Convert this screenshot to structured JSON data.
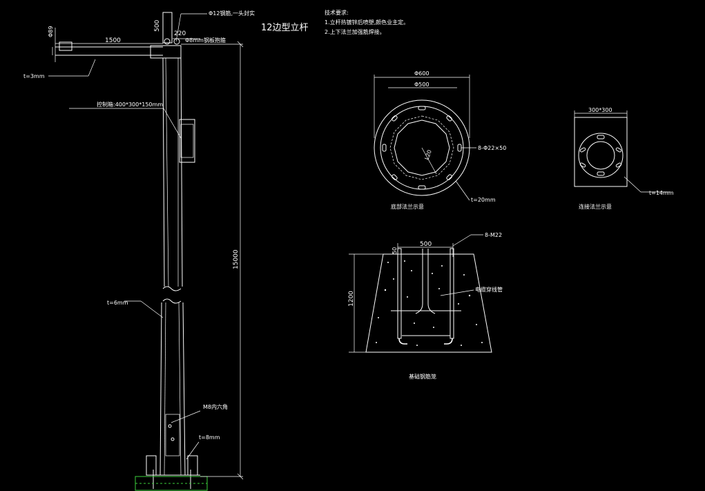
{
  "title": "12边型立杆",
  "tech": {
    "heading": "技术要求:",
    "line1": "1.立杆热镀锌后喷塑,颜色业主定。",
    "line2": "2.上下法兰加强筋焊接。"
  },
  "pole": {
    "top_note": "Φ12钢筋,一头封实",
    "dim_500": "500",
    "dim_220": "220",
    "dim_arm_dia": "Φ89",
    "dim_arm_len": "1500",
    "arm_clamp": "Φ8mm钢板抱箍",
    "arm_thickness": "t=3mm",
    "cabinet": "控制箱:400*300*150mm",
    "dim_height": "15000",
    "wall_thickness": "t=6mm",
    "door_bolt": "M8内六角",
    "base_plate": "t=8mm"
  },
  "flange_plan": {
    "outer": "Φ600",
    "inner": "Φ500",
    "radius": "L20",
    "holes": "8-Φ22×50",
    "thickness": "t=20mm",
    "caption": "底部法兰示意"
  },
  "flange_small": {
    "size": "300*300",
    "thickness": "t=14mm",
    "caption": "连接法兰示意"
  },
  "foundation": {
    "bolts": "8-M22",
    "dim_50": "50",
    "dim_500": "500",
    "dim_1200": "1200",
    "conduit": "电缆穿线管",
    "caption": "基础钢筋笼"
  }
}
